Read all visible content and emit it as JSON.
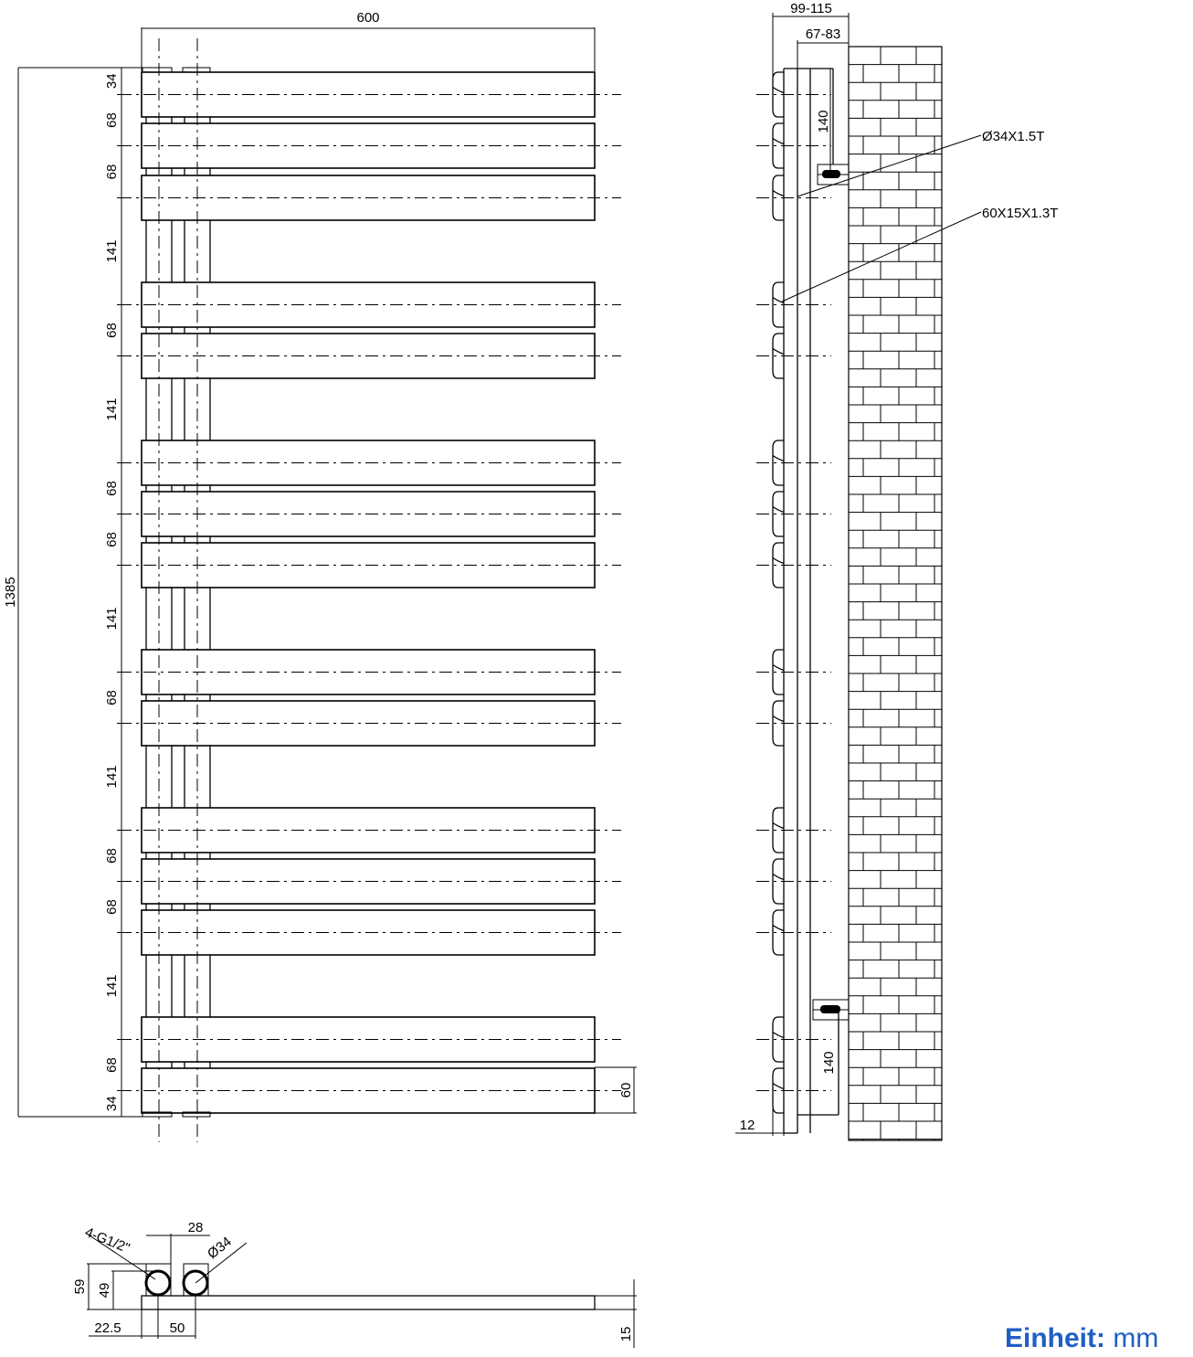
{
  "front_view": {
    "width_label": "600",
    "height_label": "1385",
    "spacing_labels": [
      "34",
      "68",
      "68",
      "141",
      "68",
      "141",
      "68",
      "68",
      "141",
      "68",
      "141",
      "68",
      "68",
      "141",
      "68",
      "34"
    ],
    "bar_height_label": "60"
  },
  "side_view": {
    "depth_total_label": "99-115",
    "depth_wall_label": "67-83",
    "top_connection_label": "140",
    "bottom_connection_label": "140",
    "offset_label": "12",
    "pipe_spec_label": "Ø34X1.5T",
    "bar_spec_label": "60X15X1.3T"
  },
  "bottom_view": {
    "thread_label": "4-G1/2\"",
    "pipe_spacing_label": "28",
    "pipe_diameter_label": "Ø34",
    "height_outer_label": "59",
    "height_inner_label": "49",
    "left_offset_label": "22.5",
    "center_label": "50",
    "thickness_label": "15"
  },
  "unit": {
    "prefix": "Einheit:",
    "value": "mm"
  }
}
